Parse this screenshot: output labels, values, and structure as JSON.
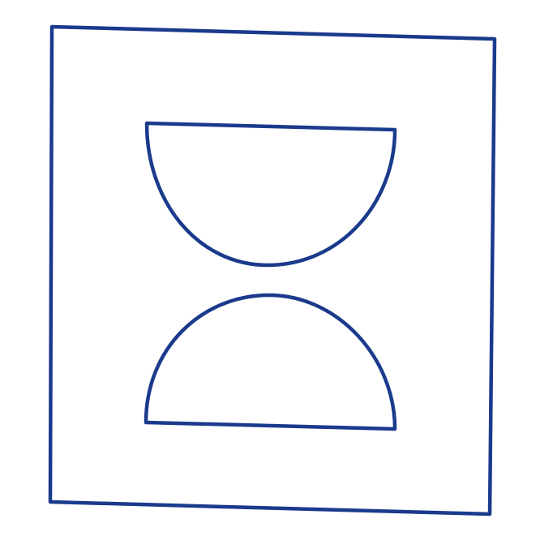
{
  "diagram": {
    "stroke_color": "#1a3a8c",
    "background_color": "#ffffff",
    "shapes": [
      "square-frame",
      "semicircle-top-flat-up",
      "semicircle-bottom-flat-down"
    ]
  }
}
